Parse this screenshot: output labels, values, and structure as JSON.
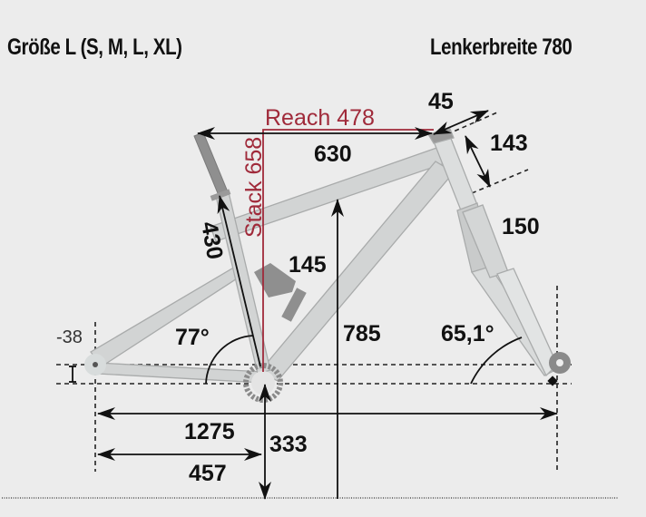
{
  "header": {
    "size_title": "Größe L (S, M, L, XL)",
    "handlebar_width": "Lenkerbreite 780"
  },
  "colors": {
    "background": "#ececec",
    "frame": "#d2d4d4",
    "frame_outline": "#a9abab",
    "dark_part": "#8f8f8f",
    "dimension_line": "#111111",
    "reach_stack": "#a02a3a"
  },
  "dimensions": {
    "reach": "Reach 478",
    "stack": "Stack 658",
    "top_tube": "630",
    "stem": "45",
    "head_tube": "143",
    "fork_travel": "150",
    "seat_tube": "430",
    "rear_travel": "145",
    "standover": "785",
    "seat_angle": "77°",
    "head_angle": "65,1°",
    "bb_drop": "-38",
    "wheelbase": "1275",
    "chainstay": "457",
    "bb_height": "333"
  }
}
